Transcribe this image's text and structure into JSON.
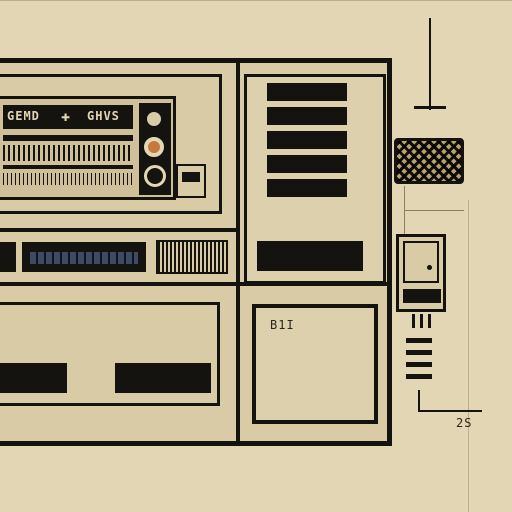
{
  "drawing": {
    "panel_code": "B1I",
    "sheet_number": "2S",
    "radio_labels": {
      "left": "GEMD",
      "right": "GHVS"
    },
    "palette": {
      "paper": "#e3d6b4",
      "ink": "#15130f",
      "panel": "#d9cba6"
    }
  }
}
